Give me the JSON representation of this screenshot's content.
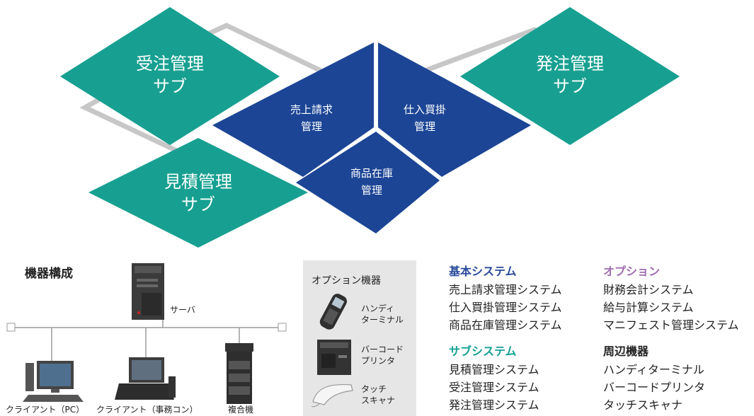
{
  "diagram": {
    "teal_color": "#17a091",
    "navy_color": "#1c4595",
    "connector_color": "#c7c7c7",
    "subsystems": [
      {
        "id": "juchu",
        "line1": "受注管理",
        "line2": "サブ"
      },
      {
        "id": "hatchu",
        "line1": "発注管理",
        "line2": "サブ"
      },
      {
        "id": "mitsumori",
        "line1": "見積管理",
        "line2": "サブ"
      }
    ],
    "core_modules": [
      {
        "id": "uriage",
        "line1": "売上請求",
        "line2": "管理"
      },
      {
        "id": "shiire",
        "line1": "仕入買掛",
        "line2": "管理"
      },
      {
        "id": "shohin",
        "line1": "商品在庫",
        "line2": "管理"
      }
    ]
  },
  "equipment": {
    "title": "機器構成",
    "server_label": "サーバ",
    "client_pc_label": "クライアント（PC）",
    "client_register_label": "クライアント（事務コン）",
    "mfp_label": "複合機"
  },
  "options_box": {
    "title": "オプション機器",
    "items": [
      {
        "line1": "ハンディ",
        "line2": "ターミナル"
      },
      {
        "line1": "バーコード",
        "line2": "プリンタ"
      },
      {
        "line1": "タッチ",
        "line2": "スキャナ"
      }
    ]
  },
  "systems": {
    "basic": {
      "title": "基本システム",
      "items": [
        "売上請求管理システム",
        "仕入買掛管理システム",
        "商品在庫管理システム"
      ]
    },
    "sub": {
      "title": "サブシステム",
      "items": [
        "見積管理システム",
        "受注管理システム",
        "発注管理システム"
      ]
    },
    "option": {
      "title": "オプション",
      "items": [
        "財務会計システム",
        "給与計算システム",
        "マニフェスト管理システム"
      ]
    },
    "peripheral": {
      "title": "周辺機器",
      "items": [
        "ハンディターミナル",
        "バーコードプリンタ",
        "タッチスキャナ"
      ]
    }
  }
}
